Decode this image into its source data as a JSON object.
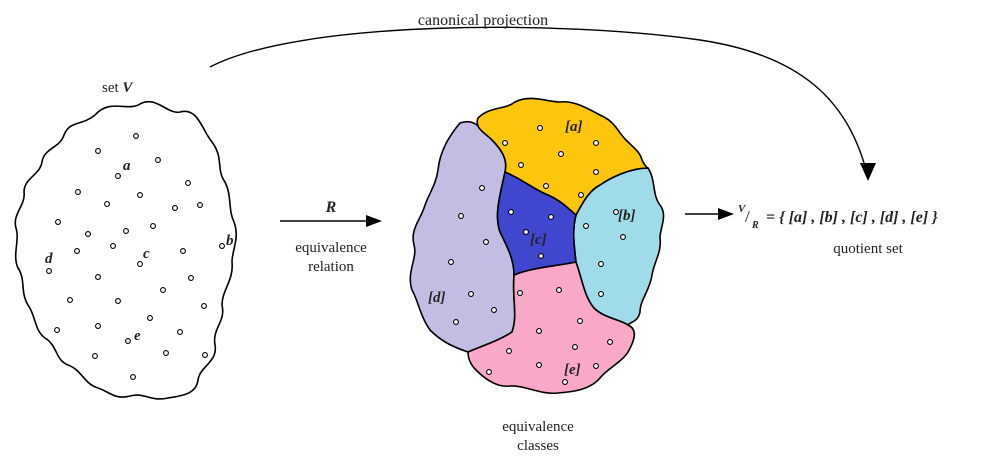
{
  "labels": {
    "canonical_projection": "canonical projection",
    "set_prefix": "set ",
    "set_name": "V",
    "relation_symbol": "R",
    "relation_line1": "equivalence",
    "relation_line2": "relation",
    "classes_line1": "equivalence",
    "classes_line2": "classes",
    "quotient_caption": "quotient set",
    "quotient_num": "V",
    "quotient_slash": "/",
    "quotient_den": "R",
    "quotient_rhs": "= { [a] , [b] , [c] , [d] , [e] }"
  },
  "elements": {
    "a": "a",
    "b": "b",
    "c": "c",
    "d": "d",
    "e": "e"
  },
  "classes": {
    "a": "[a]",
    "b": "[b]",
    "c": "[c]",
    "d": "[d]",
    "e": "[e]"
  },
  "colors": {
    "class_a": "#FDC60E",
    "class_b": "#9FDBE8",
    "class_c": "#4146CF",
    "class_d": "#C3BDE3",
    "class_e": "#F9A9C7"
  }
}
